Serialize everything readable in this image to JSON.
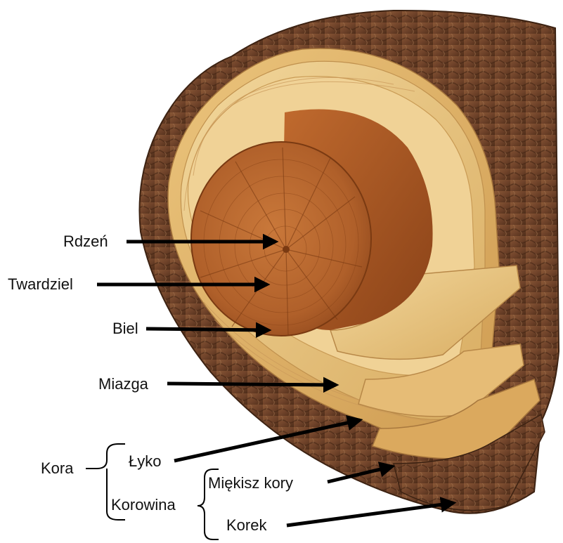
{
  "labels": {
    "rdzen": "Rdzeń",
    "twardziel": "Twardziel",
    "biel": "Biel",
    "miazga": "Miazga",
    "kora": "Kora",
    "lyko": "Łyko",
    "korowina": "Korowina",
    "miekisz_kory": "Miękisz kory",
    "korek": "Korek"
  },
  "colors": {
    "bark": "#7a4a2c",
    "bark_dark": "#4a2a17",
    "heartwood": "#b8662c",
    "heartwood_dark": "#8a4418",
    "sapwood": "#e9c684",
    "cambium": "#f3d596",
    "phloem": "#e2b26a",
    "arrow": "#000000"
  }
}
